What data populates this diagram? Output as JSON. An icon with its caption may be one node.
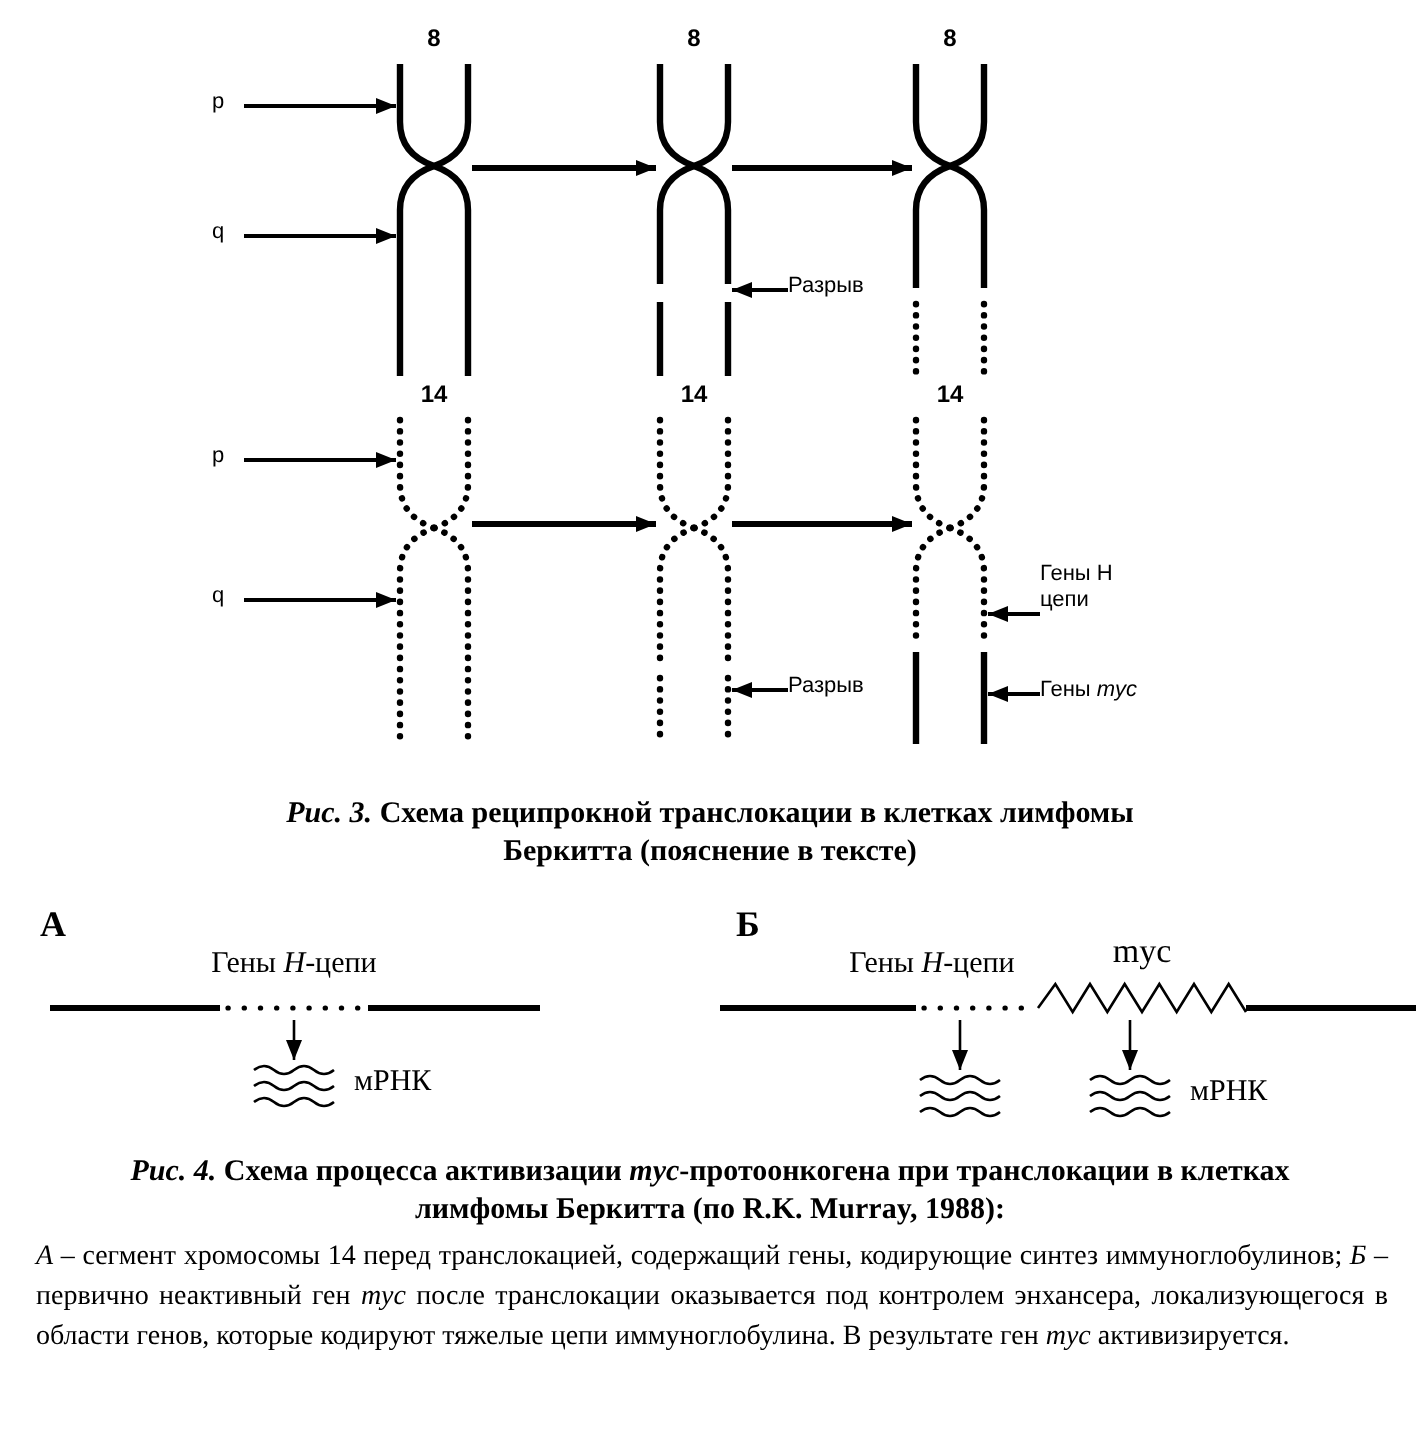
{
  "diagram": {
    "nodes": [
      {
        "text": [],
        "shape": "chromosome",
        "beside": [
          "8"
        ]
      },
      {
        "text": [],
        "shape": "chromosome",
        "beside": [
          "8"
        ]
      },
      {
        "text": [],
        "shape": "chromosome",
        "beside": [
          "8"
        ]
      },
      {
        "text": [],
        "shape": "chromosome",
        "beside": [
          "14"
        ]
      },
      {
        "text": [],
        "shape": "chromosome",
        "beside": [
          "14"
        ]
      },
      {
        "text": [],
        "shape": "chromosome",
        "beside": [
          "14"
        ]
      },
      {
        "text": [
          "p"
        ]
      },
      {
        "text": [
          "q"
        ]
      },
      {
        "text": [
          "p"
        ]
      },
      {
        "text": [
          "q"
        ]
      },
      {
        "text": [
          "Разрыв"
        ]
      },
      {
        "text": [
          "Разрыв"
        ]
      },
      {
        "text": [
          "Гены H цепи"
        ]
      },
      {
        "text": [
          "Гены *myc*"
        ]
      },
      {
        "text": [],
        "shape": "line",
        "beside": [
          "Гены *H*-цепи"
        ]
      },
      {
        "text": [],
        "shape": "wave",
        "beside": [
          "мРНК"
        ]
      },
      {
        "text": [],
        "shape": "line",
        "beside": [
          "Гены *H*-цепи"
        ]
      },
      {
        "text": [],
        "shape": "zigzag",
        "beside": [
          "myc"
        ]
      },
      {
        "text": [],
        "shape": "wave"
      },
      {
        "text": [],
        "shape": "wave",
        "beside": [
          "мРНК"
        ]
      }
    ],
    "edges": [
      {
        "from": 0,
        "to": 1,
        "arrow": "to"
      },
      {
        "from": 1,
        "to": 2,
        "arrow": "to"
      },
      {
        "from": 3,
        "to": 4,
        "arrow": "to"
      },
      {
        "from": 4,
        "to": 5,
        "arrow": "to"
      },
      {
        "from": 6,
        "to": 0,
        "arrow": "to"
      },
      {
        "from": 7,
        "to": 0,
        "arrow": "to"
      },
      {
        "from": 8,
        "to": 3,
        "arrow": "to"
      },
      {
        "from": 9,
        "to": 3,
        "arrow": "to"
      },
      {
        "from": 10,
        "to": 1,
        "arrow": "to"
      },
      {
        "from": 11,
        "to": 4,
        "arrow": "to"
      },
      {
        "from": 12,
        "to": 5,
        "arrow": "to"
      },
      {
        "from": 13,
        "to": 5,
        "arrow": "to"
      },
      {
        "from": 14,
        "to": 15,
        "arrow": "to"
      },
      {
        "from": 16,
        "to": 18,
        "arrow": "to"
      },
      {
        "from": 17,
        "to": 19,
        "arrow": "to"
      }
    ],
    "labels": [
      "*Рис. 3.* Схема реципрокной транслокации в клетках лимфомы Беркитта (пояснение в тексте)",
      "А",
      "Б",
      "*Рис. 4.* Схема процесса активизации *myc*-протоонкогена при транслокации в клетках лимфомы Беркитта (по R.K. Murray, 1988):",
      "*А* – сегмент хромосомы 14 перед транслокацией, содержащий гены, кодирующие синтез иммуноглобулинов; *Б* –первично неактивный ген *myc* после транслокации оказывается под контролем энхансера, локализующегося в области генов, которые кодируют тяжелые цепи иммуноглобулина. В результате ген *myc* активизируется."
    ]
  }
}
